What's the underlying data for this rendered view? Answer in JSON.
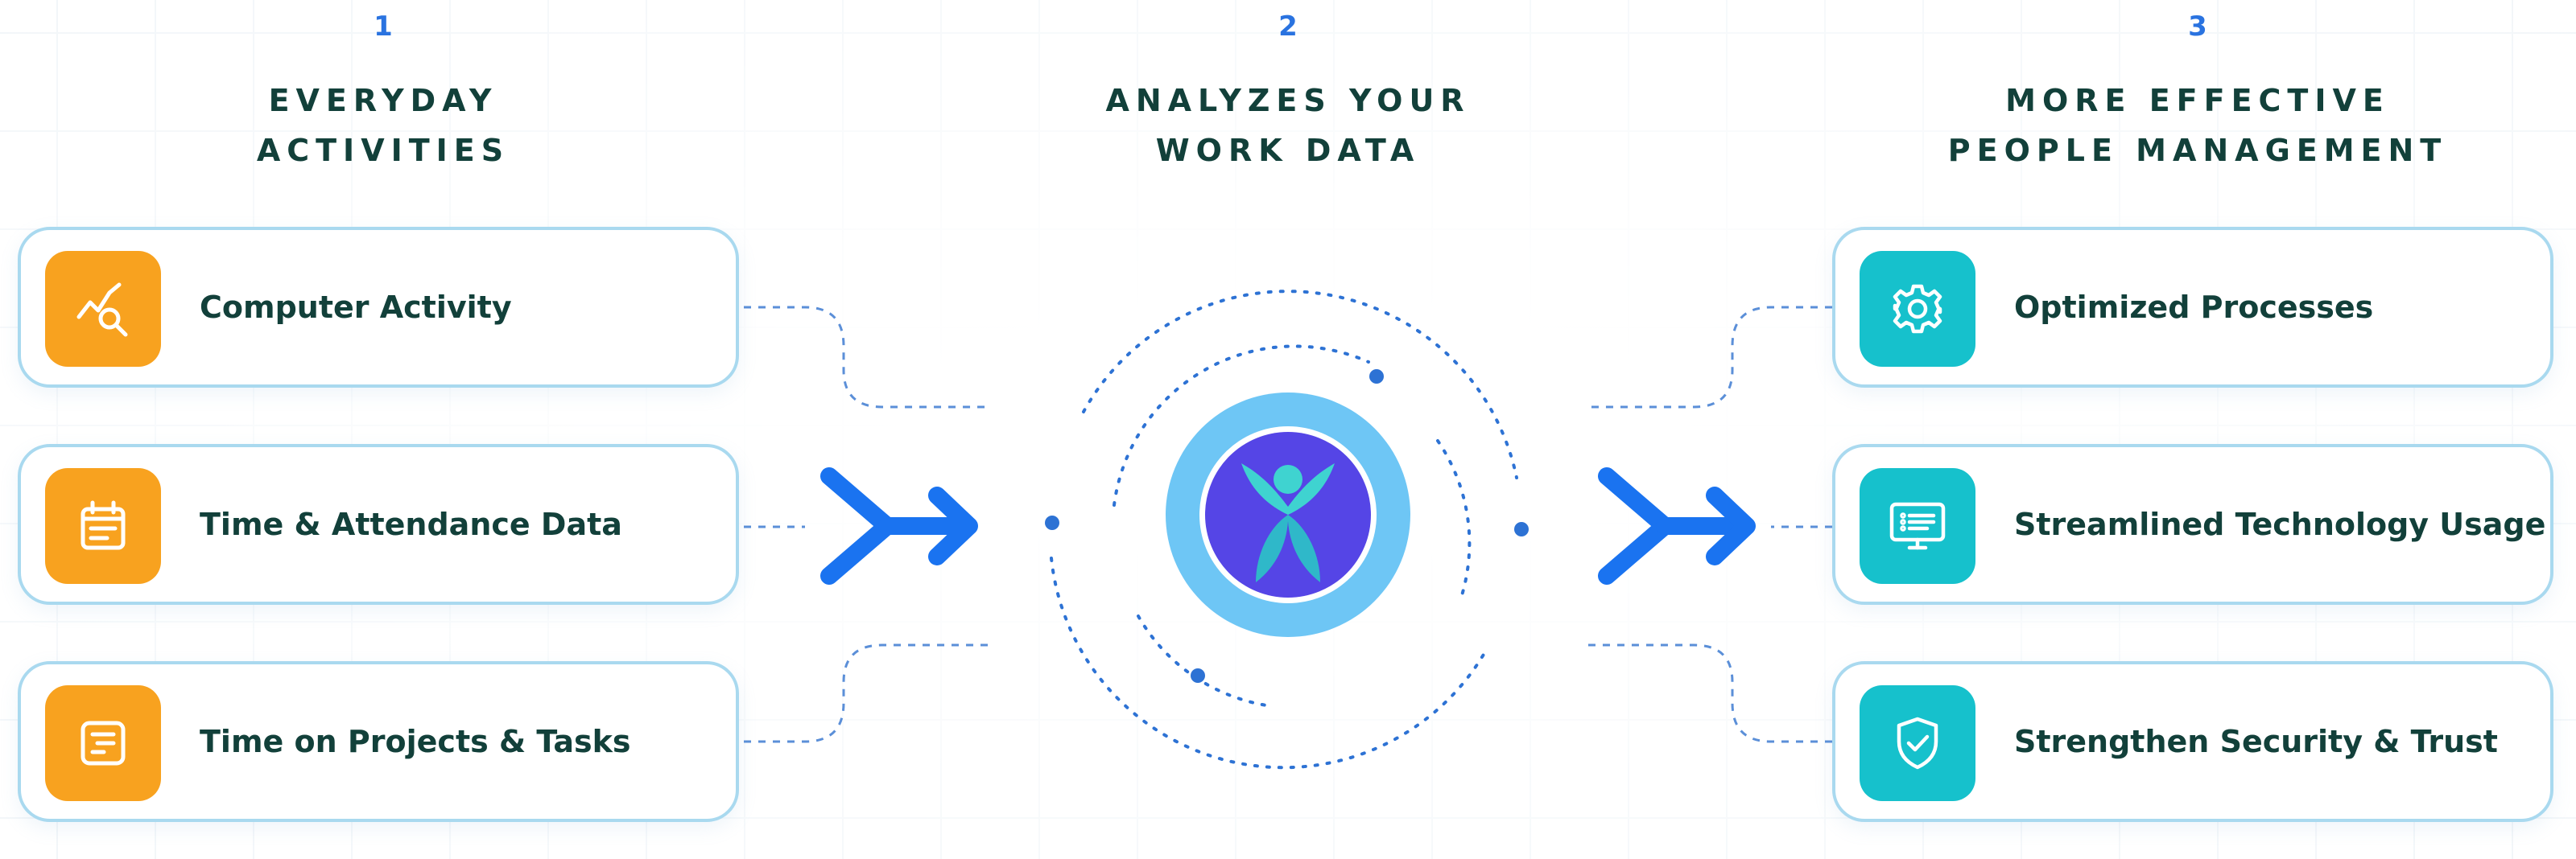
{
  "steps": [
    {
      "number": "1",
      "title_line1": "EVERYDAY",
      "title_line2": "ACTIVITIES"
    },
    {
      "number": "2",
      "title_line1": "ANALYZES YOUR",
      "title_line2": "WORK DATA"
    },
    {
      "number": "3",
      "title_line1": "MORE EFFECTIVE",
      "title_line2": "PEOPLE MANAGEMENT"
    }
  ],
  "inputs": [
    {
      "label": "Computer Activity",
      "icon": "activity-search-icon"
    },
    {
      "label": "Time & Attendance Data",
      "icon": "calendar-icon"
    },
    {
      "label": "Time on Projects & Tasks",
      "icon": "task-list-icon"
    }
  ],
  "outcomes": [
    {
      "label": "Optimized Processes",
      "icon": "gear-icon"
    },
    {
      "label": "Streamlined Technology Usage",
      "icon": "monitor-icon"
    },
    {
      "label": "Strengthen Security & Trust",
      "icon": "shield-check-icon"
    }
  ],
  "colors": {
    "accent_blue": "#1a73f0",
    "input_tile": "#f8a21f",
    "outcome_tile": "#16c1cc",
    "heading": "#12403a",
    "step_number": "#2a73e0",
    "card_border": "#a9d9ef",
    "logo_ring": "#6ec6f5",
    "logo_core": "#5545e6"
  },
  "center_logo": {
    "icon": "figure-logo-icon"
  }
}
